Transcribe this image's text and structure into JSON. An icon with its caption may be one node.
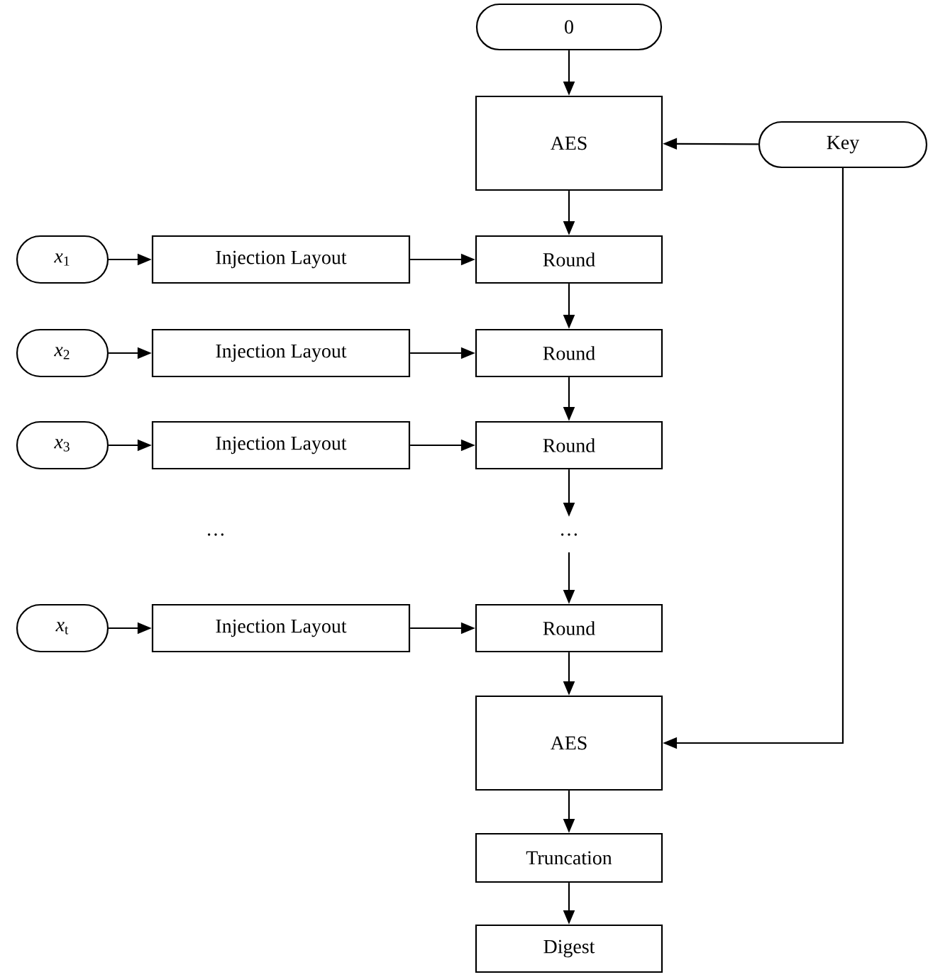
{
  "diagram": {
    "nodes": [
      {
        "text": [
          "0"
        ]
      },
      {
        "text": [
          "AES"
        ]
      },
      {
        "text": [
          "Key"
        ]
      },
      {
        "text": [
          "*x*$_{1}$"
        ]
      },
      {
        "text": [
          "Injection Layout"
        ]
      },
      {
        "text": [
          "Round"
        ]
      },
      {
        "text": [
          "*x*$_{2}$"
        ]
      },
      {
        "text": [
          "Injection Layout"
        ]
      },
      {
        "text": [
          "Round"
        ]
      },
      {
        "text": [
          "*x*$_{3}$"
        ]
      },
      {
        "text": [
          "Injection Layout"
        ]
      },
      {
        "text": [
          "Round"
        ]
      },
      {
        "text": [
          "…"
        ]
      },
      {
        "text": [
          "*x*$_{t}$"
        ]
      },
      {
        "text": [
          "Injection Layout"
        ]
      },
      {
        "text": [
          "Round"
        ]
      },
      {
        "text": [
          "AES"
        ]
      },
      {
        "text": [
          "Truncation"
        ]
      },
      {
        "text": [
          "Digest"
        ]
      }
    ],
    "edges": [
      {
        "from": 0,
        "to": 1,
        "arrow": "to"
      },
      {
        "from": 2,
        "to": 1,
        "arrow": "to"
      },
      {
        "from": 1,
        "to": 5,
        "arrow": "to"
      },
      {
        "from": 3,
        "to": 4,
        "arrow": "to"
      },
      {
        "from": 4,
        "to": 5,
        "arrow": "to"
      },
      {
        "from": 5,
        "to": 8,
        "arrow": "to"
      },
      {
        "from": 6,
        "to": 7,
        "arrow": "to"
      },
      {
        "from": 7,
        "to": 8,
        "arrow": "to"
      },
      {
        "from": 8,
        "to": 11,
        "arrow": "to"
      },
      {
        "from": 9,
        "to": 10,
        "arrow": "to"
      },
      {
        "from": 10,
        "to": 11,
        "arrow": "to"
      },
      {
        "from": 11,
        "to": 12,
        "arrow": "to"
      },
      {
        "from": 12,
        "to": 15,
        "arrow": "to"
      },
      {
        "from": 13,
        "to": 14,
        "arrow": "to"
      },
      {
        "from": 14,
        "to": 15,
        "arrow": "to"
      },
      {
        "from": 15,
        "to": 16,
        "arrow": "to"
      },
      {
        "from": 2,
        "to": 16,
        "arrow": "to"
      },
      {
        "from": 16,
        "to": 17,
        "arrow": "to"
      },
      {
        "from": 17,
        "to": 18,
        "arrow": "to"
      }
    ],
    "labels": [
      "…"
    ]
  }
}
